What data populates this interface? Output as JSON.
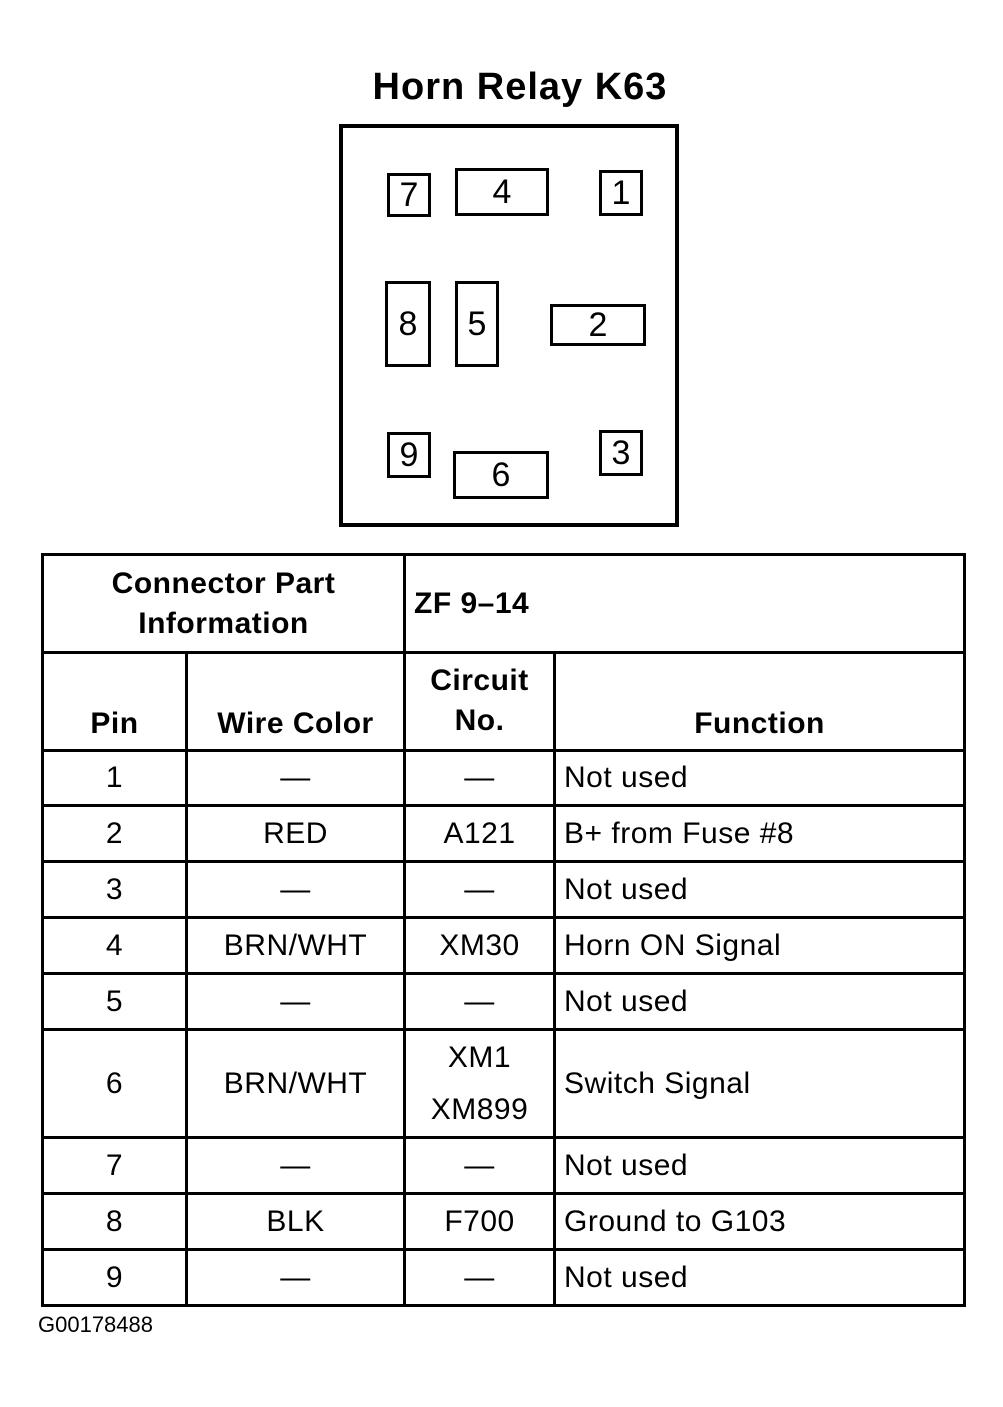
{
  "title": "Horn Relay K63",
  "relay_pins": [
    "7",
    "4",
    "1",
    "8",
    "5",
    "2",
    "9",
    "6",
    "3"
  ],
  "connector": {
    "label_line1": "Connector Part",
    "label_line2": "Information",
    "value": "ZF 9–14"
  },
  "headers": {
    "pin": "Pin",
    "wire_color": "Wire Color",
    "circuit_line1": "Circuit",
    "circuit_line2": "No.",
    "function": "Function"
  },
  "rows": [
    {
      "pin": "1",
      "wire": "—",
      "circuit": "—",
      "function": "Not used"
    },
    {
      "pin": "2",
      "wire": "RED",
      "circuit": "A121",
      "function": "B+ from Fuse #8"
    },
    {
      "pin": "3",
      "wire": "—",
      "circuit": "—",
      "function": "Not used"
    },
    {
      "pin": "4",
      "wire": "BRN/WHT",
      "circuit": "XM30",
      "function": "Horn ON Signal"
    },
    {
      "pin": "5",
      "wire": "—",
      "circuit": "—",
      "function": "Not used"
    },
    {
      "pin": "6",
      "wire": "BRN/WHT",
      "circuit_line1": "XM1",
      "circuit_line2": "XM899",
      "function": "Switch Signal"
    },
    {
      "pin": "7",
      "wire": "—",
      "circuit": "—",
      "function": "Not used"
    },
    {
      "pin": "8",
      "wire": "BLK",
      "circuit": "F700",
      "function": "Ground to G103"
    },
    {
      "pin": "9",
      "wire": "—",
      "circuit": "—",
      "function": "Not used"
    }
  ],
  "figure_id": "G00178488"
}
